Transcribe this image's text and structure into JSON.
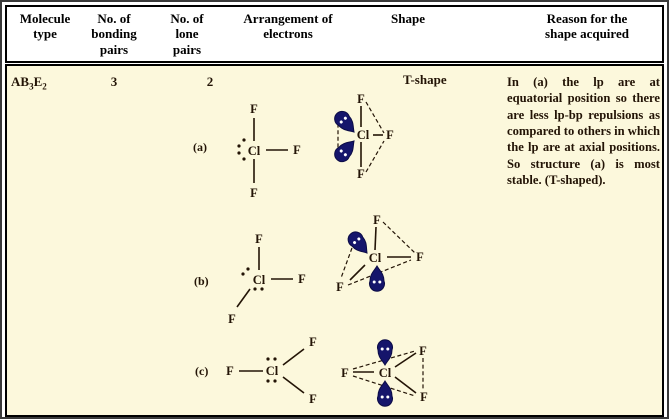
{
  "table": {
    "headers": [
      "Molecule type",
      "No. of bonding pairs",
      "No. of lone pairs",
      "Arrangement of electrons",
      "Shape",
      "Reason for the shape acquired"
    ],
    "row": {
      "molecule_prefix": "AB",
      "molecule_sub_b": "3",
      "molecule_mid": "E",
      "molecule_sub_e": "2",
      "bonding_pairs": "3",
      "lone_pairs": "2",
      "shape": "T-shape",
      "reason": "In (a) the lp are at equatorial position so there are less lp-bp repulsions as compared to others in which the lp are at axial positions. So structure (a) is most stable. (T-shaped)."
    }
  },
  "diagrams": {
    "label_a": "(a)",
    "label_b": "(b)",
    "label_c": "(c)",
    "atom_cl": "Cl",
    "atom_f": "F"
  },
  "colors": {
    "body_bg": "#FCF8DC",
    "ink": "#231406",
    "lone_pair_lobe": "#15156B",
    "border": "#000000"
  }
}
